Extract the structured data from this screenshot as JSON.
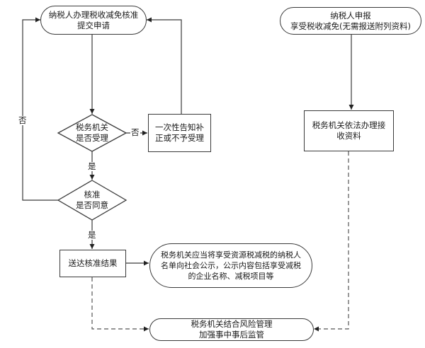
{
  "nodes": {
    "apply": "纳税人办理税收减免核准\n提交申请",
    "accept_decision": "税务机关\n是否受理",
    "notify_once": "一次性告知补\n正或不予受理",
    "approve_decision": "核准\n是否同意",
    "deliver_result": "送达核准结果",
    "publicize": "税务机关应当将享受资源税减税的纳税人\n名单向社会公示，公示内容包括享受减税\n的企业名称、减税项目等",
    "declare": "纳税人申报\n享受税收减免(无需报送附列资料)",
    "receive_docs": "税务机关依法办理接\n收资料",
    "supervise": "税务机关结合风险管理\n加强事中事后监管"
  },
  "edge_labels": {
    "no_accept": "否",
    "yes_accept": "是",
    "yes_approve": "是",
    "no_approve": "否"
  },
  "colors": {
    "line": "#3a3a3a",
    "dashed": "#555555"
  }
}
